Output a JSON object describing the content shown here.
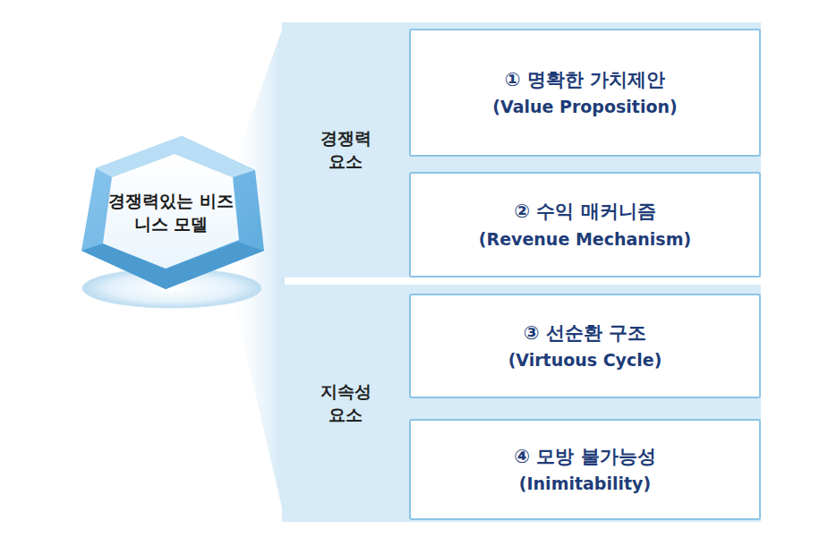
{
  "diagram": {
    "nodes": [
      {
        "text": [
          "경쟁력있는 비즈니스 모델"
        ]
      },
      {
        "text": [
          "경쟁력 요소"
        ]
      },
      {
        "text": [
          "지속성 요소"
        ]
      },
      {
        "text": [
          "① 명확한 가치제안",
          "(Value Proposition)"
        ],
        "in": 1
      },
      {
        "text": [
          "② 수익 매커니즘",
          "(Revenue Mechanism)"
        ],
        "in": 1
      },
      {
        "text": [
          "③ 선순환 구조",
          "(Virtuous Cycle)"
        ],
        "in": 2
      },
      {
        "text": [
          "④ 모방 불가능성",
          "(Inimitability)"
        ],
        "in": 2
      }
    ]
  }
}
